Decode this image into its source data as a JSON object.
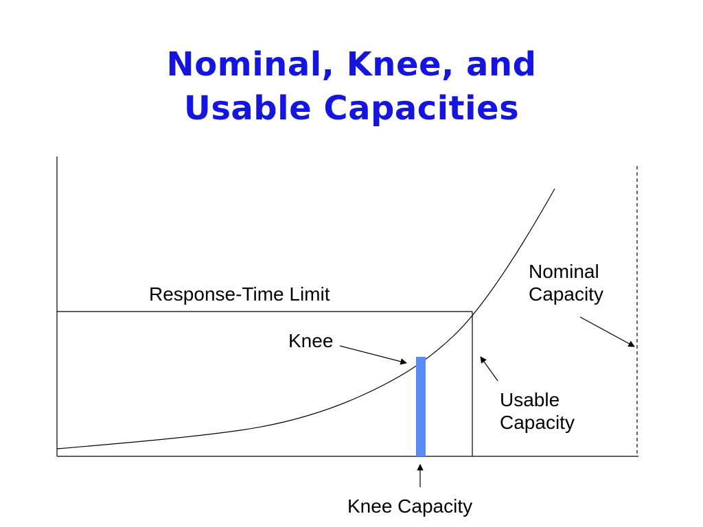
{
  "title": {
    "line1": "Nominal, Knee, and",
    "line2": "Usable Capacities"
  },
  "labels": {
    "response_time_limit": "Response-Time Limit",
    "knee": "Knee",
    "nominal_capacity_line1": "Nominal",
    "nominal_capacity_line2": "Capacity",
    "usable_capacity_line1": "Usable",
    "usable_capacity_line2": "Capacity",
    "knee_capacity": "Knee Capacity"
  },
  "colors": {
    "title": "#1515e0",
    "knee_capacity_bar": "#5b8cf5",
    "lines": "#000000"
  }
}
